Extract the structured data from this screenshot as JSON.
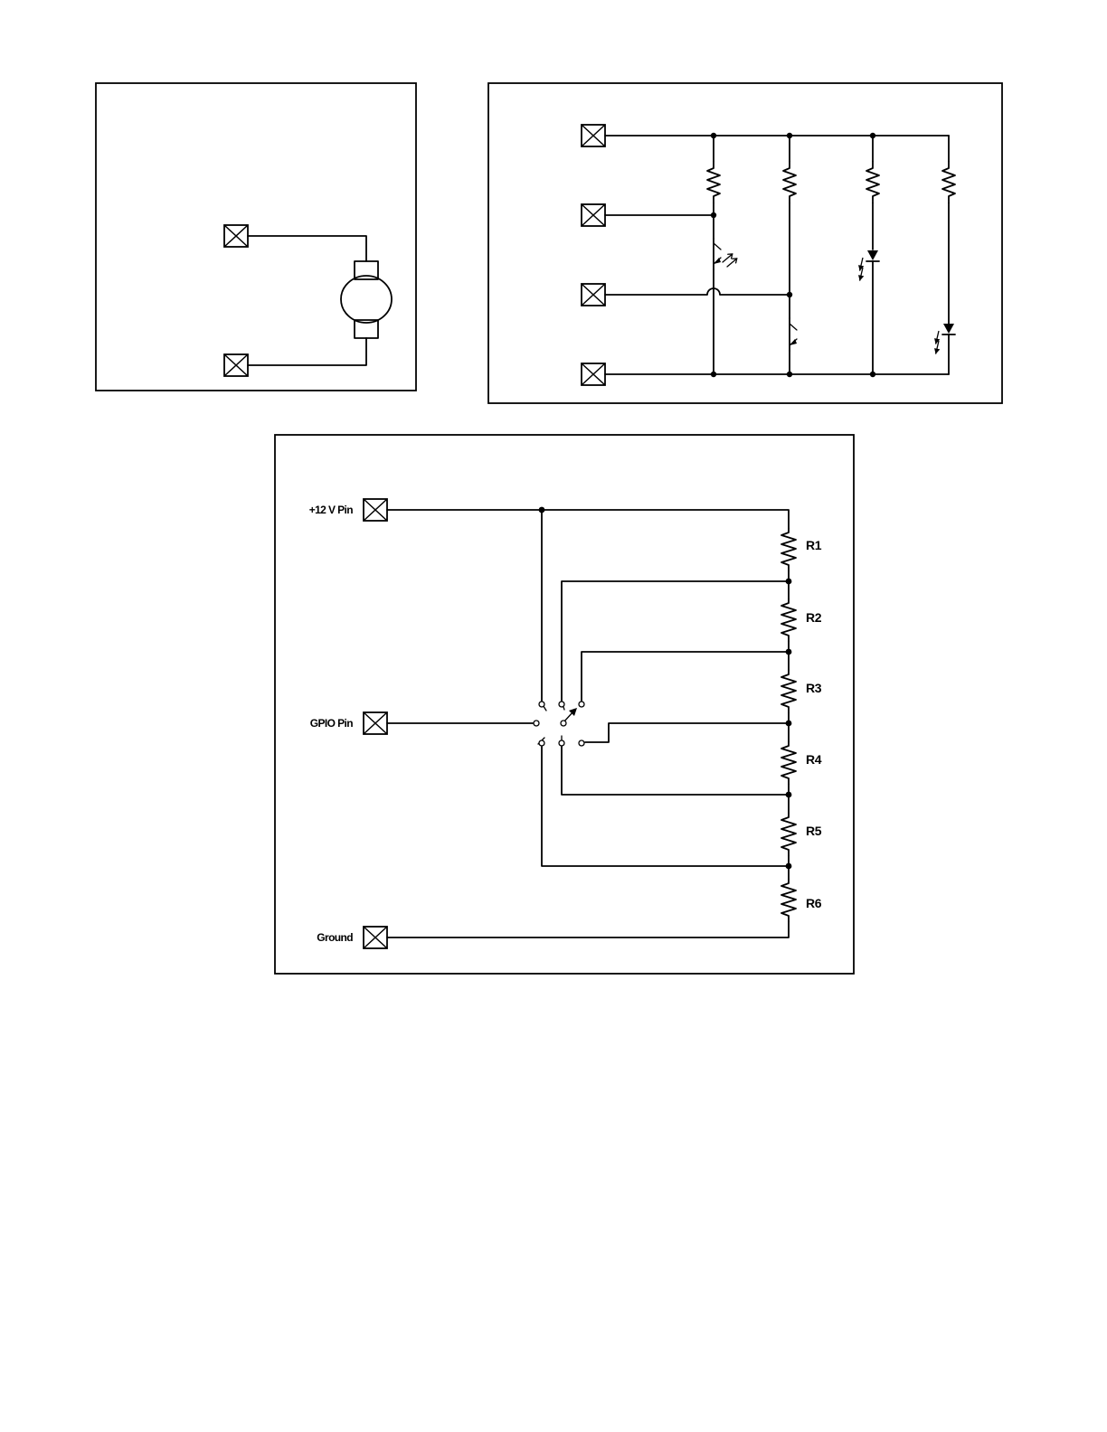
{
  "diagram": {
    "switch_circuit": {
      "pins": {
        "power_label": "+12 V Pin",
        "gpio_label": "GPIO Pin",
        "ground_label": "Ground"
      },
      "resistors": [
        "R1",
        "R2",
        "R3",
        "R4",
        "R5",
        "R6"
      ]
    }
  }
}
